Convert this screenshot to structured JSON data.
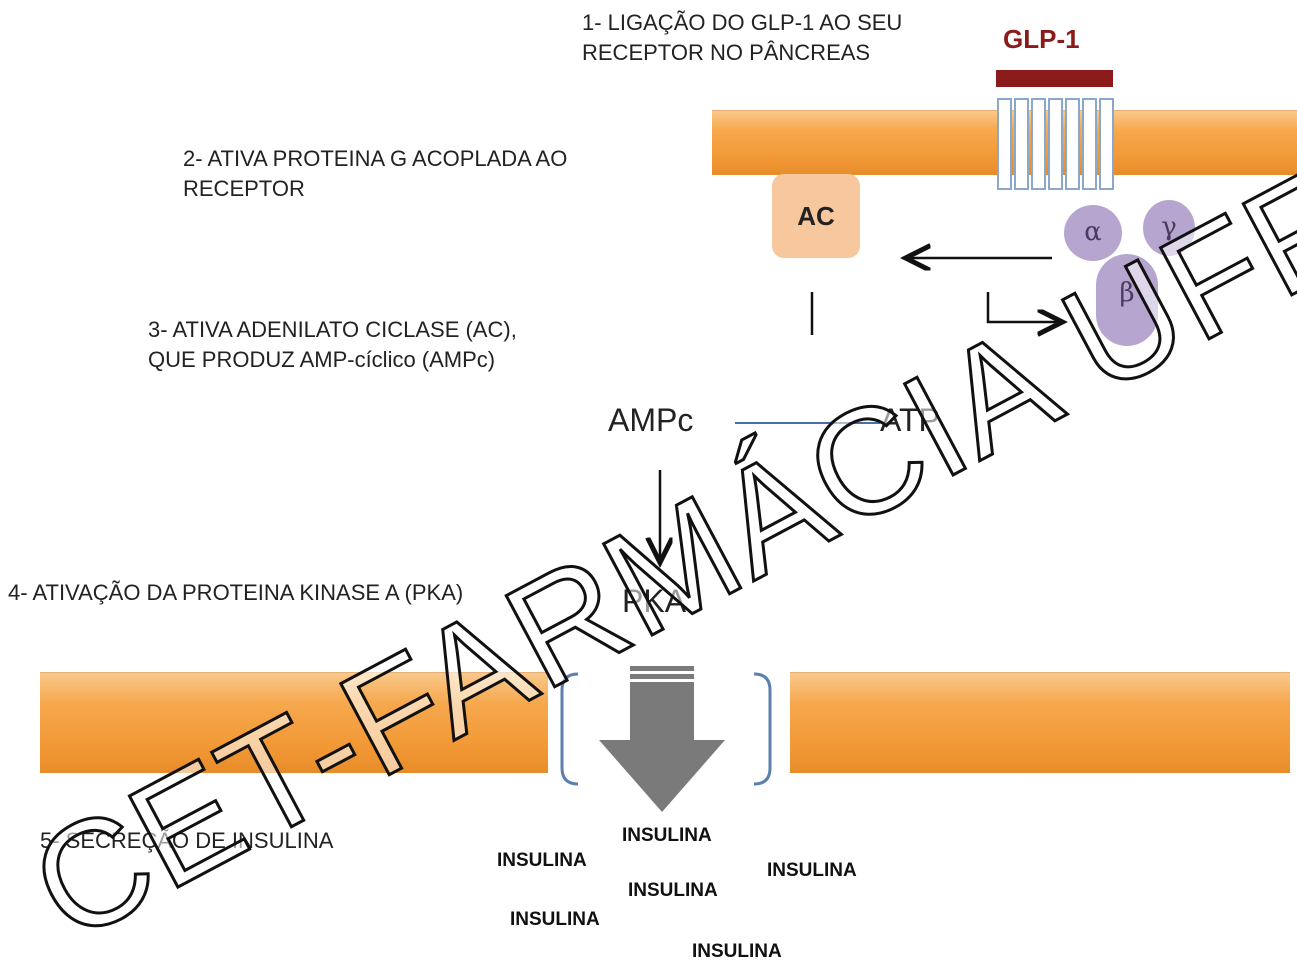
{
  "steps": {
    "s1": "1- LIGAÇÃO DO GLP-1 AO SEU\nRECEPTOR NO PÂNCREAS",
    "s2": "2- ATIVA PROTEINA G ACOPLADA AO\nRECEPTOR",
    "s3": "3- ATIVA ADENILATO CICLASE (AC),\nQUE PRODUZ AMP-cíclico (AMPc)",
    "s4": "4- ATIVAÇÃO DA PROTEINA KINASE A (PKA)",
    "s5": "5- SECREÇÃO DE INSULINA"
  },
  "labels": {
    "glp1": "GLP-1",
    "ac": "AC",
    "alpha": "α",
    "gamma": "γ",
    "beta": "β",
    "ampc": "AMPc",
    "atp": "ATP",
    "pka": "PKA",
    "insulina": [
      "INSULINA",
      "INSULINA",
      "INSULINA",
      "INSULINA",
      "INSULINA",
      "INSULINA"
    ]
  },
  "watermark": "CET-FARMÁCIA UFF",
  "colors": {
    "membrane": "#f29a37",
    "glp1": "#8b1a1a",
    "ac": "#f7c79e",
    "gprotein": "#b6a6cf",
    "arrow": "#7a7a7a",
    "bracket": "#5b7fae"
  }
}
